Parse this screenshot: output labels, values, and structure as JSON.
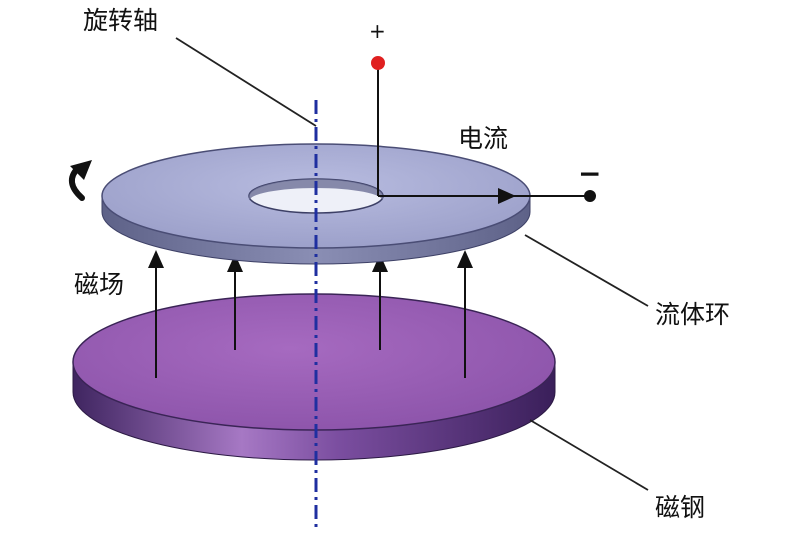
{
  "labels": {
    "rotation_axis": "旋转轴",
    "plus": "+",
    "current": "电流",
    "minus": "−",
    "magnetic_field": "磁场",
    "fluid_ring": "流体环",
    "magnet_steel": "磁钢"
  },
  "colors": {
    "ring_top": "#a8acd4",
    "ring_side": "#6b6f96",
    "magnet_top": "#9a5fb4",
    "magnet_side": "#4e2f74",
    "axis": "#1f2fa0",
    "positive_terminal": "#e02020",
    "leader_line": "#222222"
  },
  "icons": [
    "rotation-arrow-icon",
    "field-arrow-icon"
  ]
}
